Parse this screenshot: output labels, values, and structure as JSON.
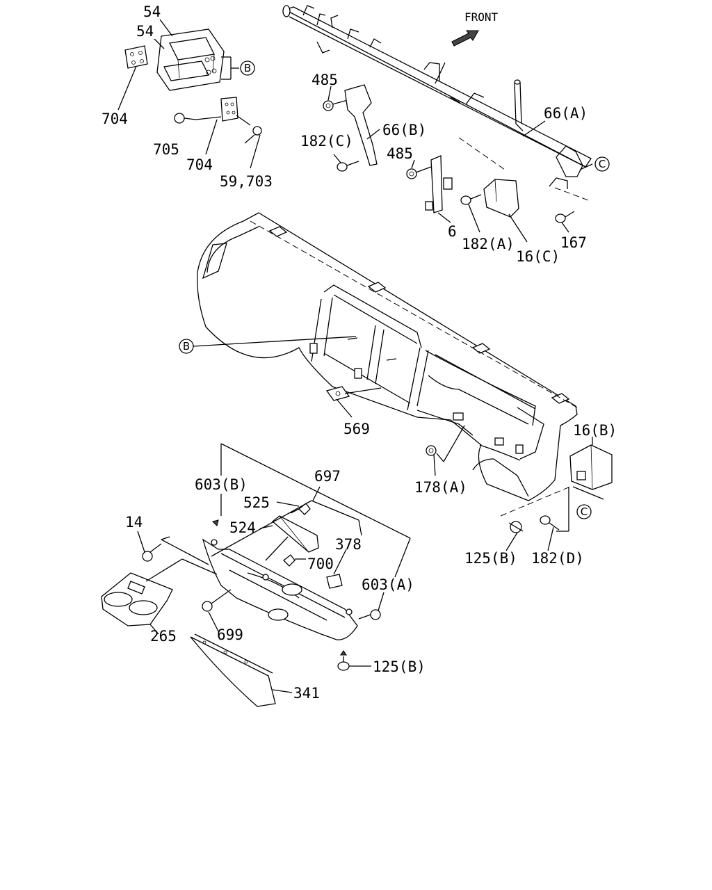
{
  "front_label": "FRONT",
  "callouts": {
    "b": "B",
    "c": "C"
  },
  "labels": {
    "l54a": "54",
    "l54b": "54",
    "l704a": "704",
    "l705": "705",
    "l704b": "704",
    "l59_703": "59,703",
    "l485a": "485",
    "l66b": "66(B)",
    "l182c": "182(C)",
    "l485b": "485",
    "l66a": "66(A)",
    "l6": "6",
    "l182a": "182(A)",
    "l16c": "16(C)",
    "l167": "167",
    "l569": "569",
    "l16b": "16(B)",
    "l178a": "178(A)",
    "l603b": "603(B)",
    "l697": "697",
    "l525": "525",
    "l524": "524",
    "l14": "14",
    "l378": "378",
    "l700": "700",
    "l603a": "603(A)",
    "l125b_a": "125(B)",
    "l182d": "182(D)",
    "l265": "265",
    "l699": "699",
    "l125b_b": "125(B)",
    "l341": "341"
  }
}
